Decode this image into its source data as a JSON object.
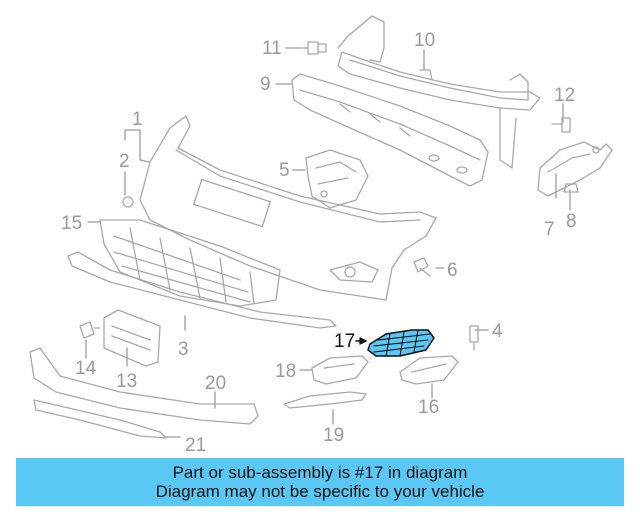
{
  "callouts": {
    "c1": "1",
    "c2": "2",
    "c3": "3",
    "c4": "4",
    "c5": "5",
    "c6": "6",
    "c7": "7",
    "c8": "8",
    "c9": "9",
    "c10": "10",
    "c11": "11",
    "c12": "12",
    "c13": "13",
    "c14": "14",
    "c15": "15",
    "c16": "16",
    "c17": "17",
    "c18": "18",
    "c19": "19",
    "c20": "20",
    "c21": "21"
  },
  "highlight": {
    "part": "17",
    "color": "#5ac8f5"
  },
  "banner": {
    "line1": "Part or sub-assembly is #17 in diagram",
    "line2": "Diagram may not be specific to your vehicle",
    "color": "#5ac8f5"
  }
}
